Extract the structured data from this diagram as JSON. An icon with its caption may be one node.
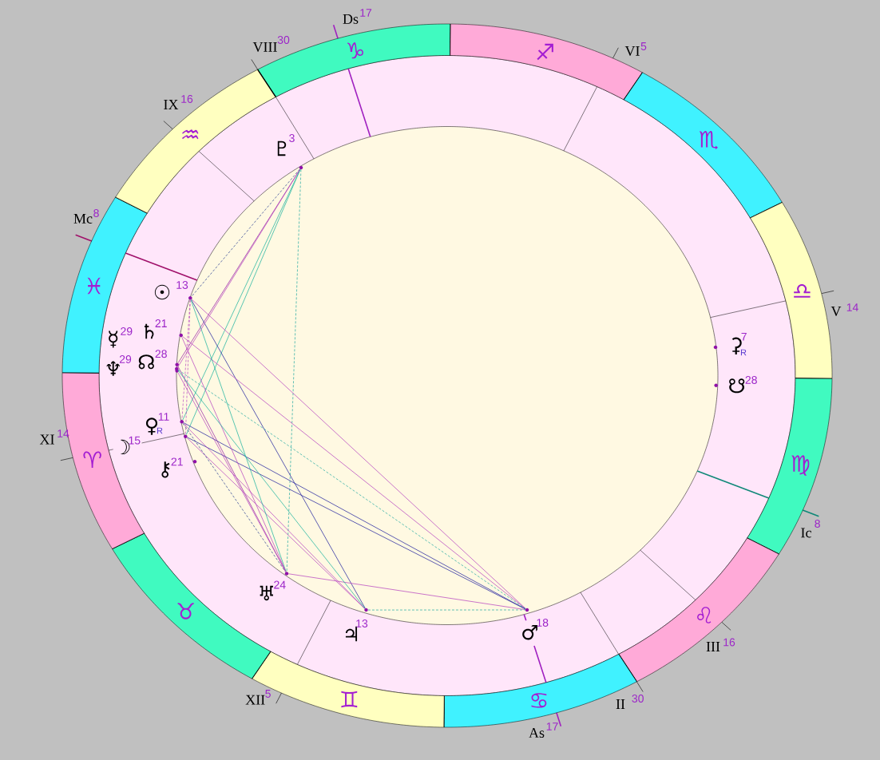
{
  "diagram": {
    "nodes": [
      {
        "text": [
          "♑"
        ],
        "beside": [
          "Ds",
          "17",
          "VIII",
          "30"
        ]
      },
      {
        "text": [
          "♐"
        ],
        "beside": [
          "VI",
          "5"
        ]
      },
      {
        "text": [
          "♏"
        ]
      },
      {
        "text": [
          "♎"
        ],
        "beside": [
          "V",
          "14"
        ]
      },
      {
        "text": [
          "♍"
        ],
        "beside": [
          "Ic",
          "8"
        ]
      },
      {
        "text": [
          "♌"
        ],
        "beside": [
          "III",
          "16"
        ]
      },
      {
        "text": [
          "♋"
        ],
        "beside": [
          "II",
          "30",
          "As",
          "17"
        ]
      },
      {
        "text": [
          "♊"
        ],
        "beside": [
          "XII",
          "5"
        ]
      },
      {
        "text": [
          "♉"
        ]
      },
      {
        "text": [
          "♈"
        ],
        "beside": [
          "XI",
          "14"
        ]
      },
      {
        "text": [
          "♓"
        ],
        "beside": [
          "Mc",
          "8"
        ]
      },
      {
        "text": [
          "♒"
        ],
        "beside": [
          "IX",
          "16"
        ]
      },
      {
        "text": [],
        "shape": "circle",
        "beside": [
          "♇",
          "3"
        ]
      },
      {
        "text": [],
        "shape": "circle",
        "beside": [
          "☉",
          "13"
        ]
      },
      {
        "text": [],
        "shape": "circle",
        "beside": [
          "☿",
          "29"
        ]
      },
      {
        "text": [],
        "shape": "circle",
        "beside": [
          "♄",
          "21"
        ]
      },
      {
        "text": [],
        "shape": "circle",
        "beside": [
          "⚳",
          "7",
          "R"
        ]
      },
      {
        "text": [],
        "shape": "circle",
        "beside": [
          "♆",
          "29"
        ]
      },
      {
        "text": [],
        "shape": "circle",
        "beside": [
          "☊",
          "28"
        ]
      },
      {
        "text": [],
        "shape": "circle",
        "beside": [
          "☋",
          "28"
        ]
      },
      {
        "text": [],
        "shape": "circle",
        "beside": [
          "♀",
          "11",
          "R"
        ]
      },
      {
        "text": [],
        "shape": "circle",
        "beside": [
          "☽",
          "15"
        ]
      },
      {
        "text": [],
        "shape": "circle",
        "beside": [
          "⚷",
          "21"
        ]
      },
      {
        "text": [],
        "shape": "circle",
        "beside": [
          "♅",
          "24"
        ]
      },
      {
        "text": [],
        "shape": "circle",
        "beside": [
          "♃",
          "13"
        ]
      },
      {
        "text": [],
        "shape": "circle",
        "beside": [
          "♂",
          "18"
        ]
      }
    ],
    "edges": [
      {
        "from": 12,
        "to": 13,
        "arrow": "none",
        "style": "dashed",
        "color": "#283c90"
      },
      {
        "from": 12,
        "to": 18,
        "arrow": "none",
        "color": "#9a2aa8"
      },
      {
        "from": 12,
        "to": 20,
        "arrow": "none",
        "color": "#20b4a0"
      },
      {
        "from": 12,
        "to": 21,
        "arrow": "none",
        "color": "#20b4a0"
      },
      {
        "from": 12,
        "to": 23,
        "arrow": "none",
        "style": "dashed",
        "color": "#20a8a0"
      },
      {
        "from": 13,
        "to": 24,
        "arrow": "none",
        "color": "#2828a0"
      },
      {
        "from": 13,
        "to": 25,
        "arrow": "none"
      },
      {
        "from": 15,
        "to": 25,
        "arrow": "none"
      },
      {
        "from": 20,
        "to": 25,
        "arrow": "none",
        "color": "#2828a0"
      },
      {
        "from": 21,
        "to": 25,
        "arrow": "none",
        "color": "#2828a0"
      },
      {
        "from": 18,
        "to": 23,
        "arrow": "none",
        "color": "#9a2aa8"
      },
      {
        "from": 23,
        "to": 25,
        "arrow": "none"
      },
      {
        "from": 24,
        "to": 25,
        "arrow": "none",
        "style": "dashed",
        "color": "#20a8a0"
      },
      {
        "from": 13,
        "to": 20,
        "arrow": "none",
        "style": "dashed"
      },
      {
        "from": 13,
        "to": 21,
        "arrow": "none",
        "style": "dashed"
      },
      {
        "from": 20,
        "to": 24,
        "arrow": "none"
      },
      {
        "from": 21,
        "to": 24,
        "arrow": "none"
      },
      {
        "from": 14,
        "to": 25,
        "arrow": "none",
        "style": "dashed",
        "color": "#20a8a0"
      },
      {
        "from": 20,
        "to": 23,
        "arrow": "none",
        "style": "dashed",
        "color": "#283c90"
      },
      {
        "from": 13,
        "to": 23,
        "arrow": "none",
        "color": "#20b4a0"
      },
      {
        "from": 15,
        "to": 23,
        "arrow": "none"
      },
      {
        "from": 17,
        "to": 23,
        "arrow": "none"
      },
      {
        "from": 14,
        "to": 24,
        "arrow": "none",
        "color": "#20b4a0"
      },
      {
        "from": 12,
        "to": 14,
        "arrow": "none"
      }
    ]
  }
}
